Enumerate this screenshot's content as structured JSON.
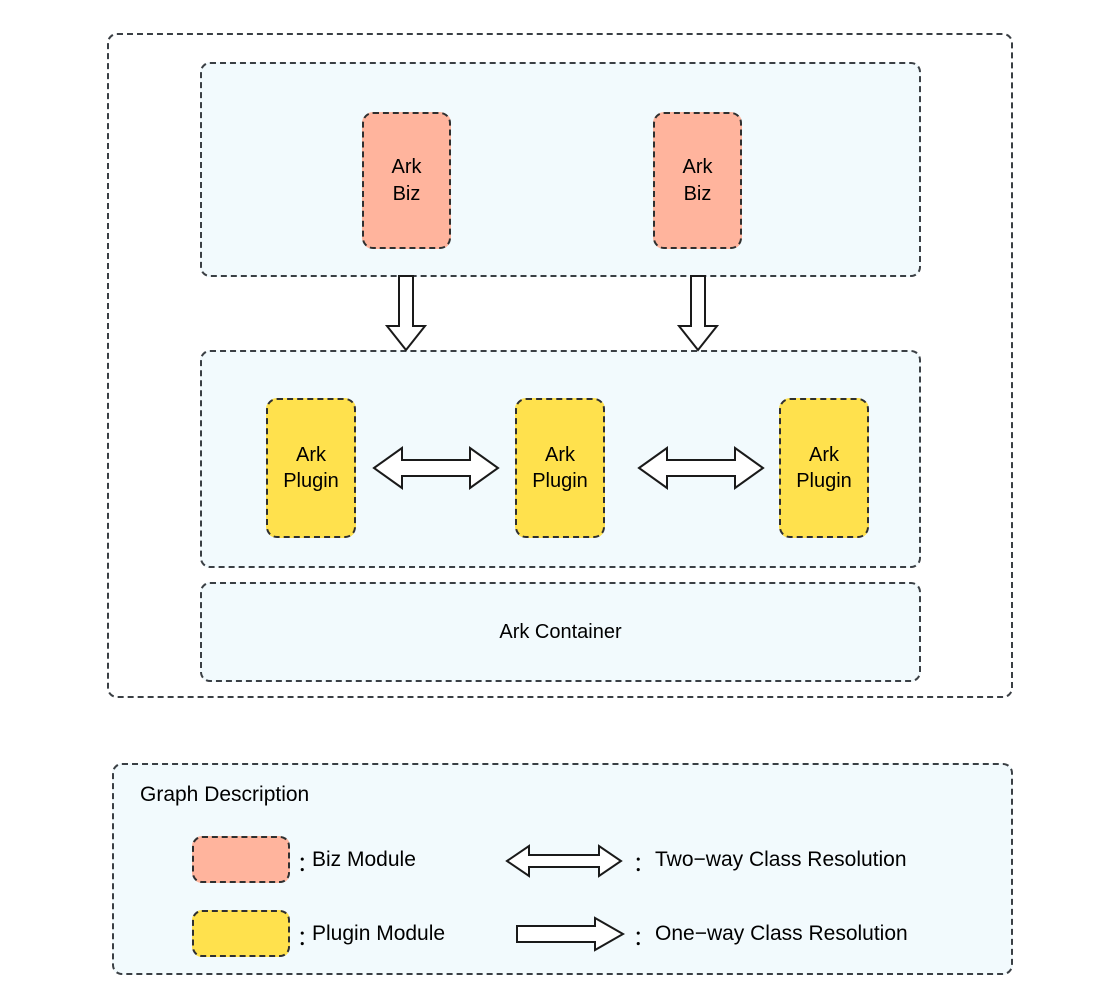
{
  "diagram": {
    "biz_row": {
      "modules": [
        {
          "line1": "Ark",
          "line2": "Biz"
        },
        {
          "line1": "Ark",
          "line2": "Biz"
        }
      ]
    },
    "plugin_row": {
      "modules": [
        {
          "line1": "Ark",
          "line2": "Plugin"
        },
        {
          "line1": "Ark",
          "line2": "Plugin"
        },
        {
          "line1": "Ark",
          "line2": "Plugin"
        }
      ]
    },
    "container": {
      "label": "Ark Container"
    },
    "arrows": {
      "down": [
        {
          "name": "one-way-biz1-to-plugin"
        },
        {
          "name": "one-way-biz2-to-plugin"
        }
      ],
      "two_way": [
        {
          "name": "two-way-plugin1-plugin2"
        },
        {
          "name": "two-way-plugin2-plugin3"
        }
      ]
    }
  },
  "legend": {
    "title": "Graph Description",
    "separator": "：",
    "items": [
      {
        "swatch": "biz",
        "label": "Biz Module"
      },
      {
        "swatch": "plugin",
        "label": "Plugin Module"
      }
    ],
    "arrow_items": [
      {
        "arrow": "two-way",
        "label": "Two−way Class Resolution"
      },
      {
        "arrow": "one-way",
        "label": "One−way Class Resolution"
      }
    ]
  },
  "colors": {
    "biz_fill": "#ffb49d",
    "plugin_fill": "#ffe14d",
    "panel_fill": "#f2fafd",
    "dash_stroke": "#3a3f44",
    "module_stroke": "#2f2f2f",
    "page_background": "#ffffff"
  }
}
